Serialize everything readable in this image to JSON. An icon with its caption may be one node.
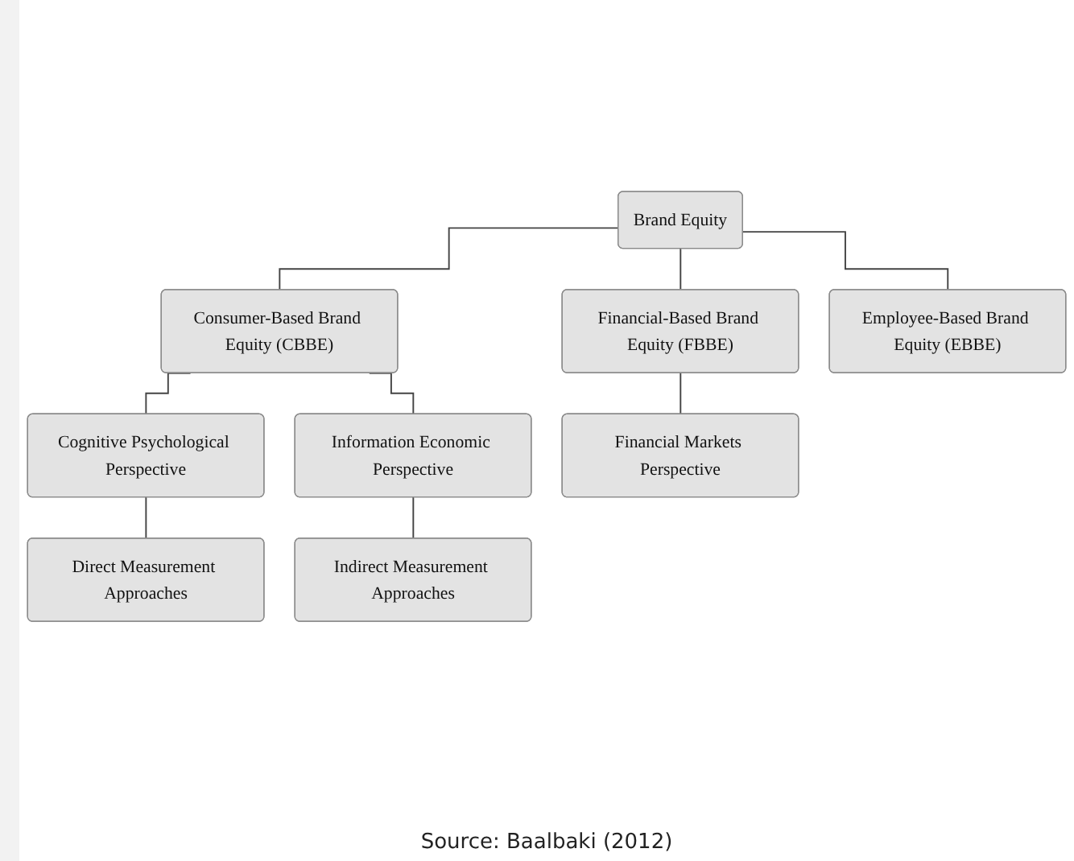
{
  "diagram": {
    "caption": "Source: Baalbaki (2012)",
    "nodes": [
      {
        "text": [
          "Brand Equity"
        ]
      },
      {
        "text": [
          "Consumer-Based Brand Equity (CBBE)"
        ]
      },
      {
        "text": [
          "Financial-Based Brand Equity (FBBE)"
        ]
      },
      {
        "text": [
          "Employee-Based Brand Equity (EBBE)"
        ]
      },
      {
        "text": [
          "Cognitive Psychological Perspective"
        ]
      },
      {
        "text": [
          "Information Economic Perspective"
        ]
      },
      {
        "text": [
          "Financial Markets Perspective"
        ]
      },
      {
        "text": [
          "Direct Measurement Approaches"
        ]
      },
      {
        "text": [
          "Indirect Measurement Approaches"
        ]
      }
    ],
    "edges": [
      {
        "from": 0,
        "to": 1,
        "arrow": "none"
      },
      {
        "from": 0,
        "to": 2,
        "arrow": "none"
      },
      {
        "from": 0,
        "to": 3,
        "arrow": "none"
      },
      {
        "from": 1,
        "to": 4,
        "arrow": "none"
      },
      {
        "from": 1,
        "to": 5,
        "arrow": "none"
      },
      {
        "from": 2,
        "to": 6,
        "arrow": "none"
      },
      {
        "from": 4,
        "to": 7,
        "arrow": "none"
      },
      {
        "from": 5,
        "to": 8,
        "arrow": "none"
      }
    ]
  }
}
